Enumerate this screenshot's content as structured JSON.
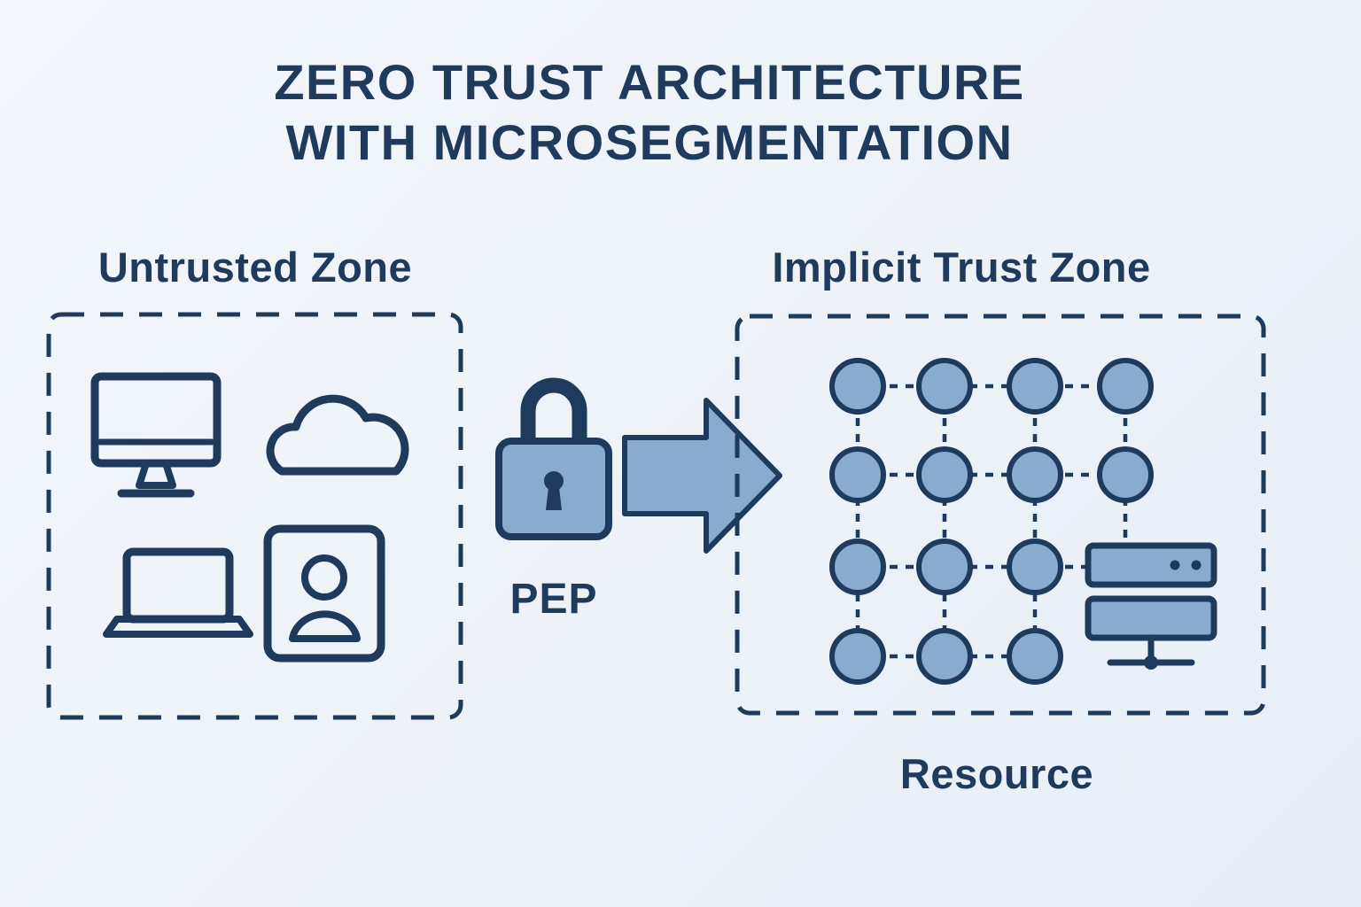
{
  "title": {
    "line1": "ZERO TRUST ARCHITECTURE",
    "line2": "WITH MICROSEGMENTATION"
  },
  "zones": {
    "untrusted": {
      "label": "Untrusted Zone",
      "icons": [
        "monitor-icon",
        "cloud-icon",
        "laptop-icon",
        "id-card-icon"
      ]
    },
    "implicit_trust": {
      "label": "Implicit Trust Zone",
      "grid": {
        "rows": 4,
        "cols": 4,
        "node_count": 14
      },
      "icons": [
        "server-icon"
      ]
    }
  },
  "pep": {
    "label": "PEP",
    "icon": "padlock-icon"
  },
  "flow": {
    "icon": "arrow-right-icon"
  },
  "resource": {
    "label": "Resource"
  },
  "colors": {
    "background": "#edf2f8",
    "navy": "#1e3a5c",
    "blue": "#88abce"
  }
}
